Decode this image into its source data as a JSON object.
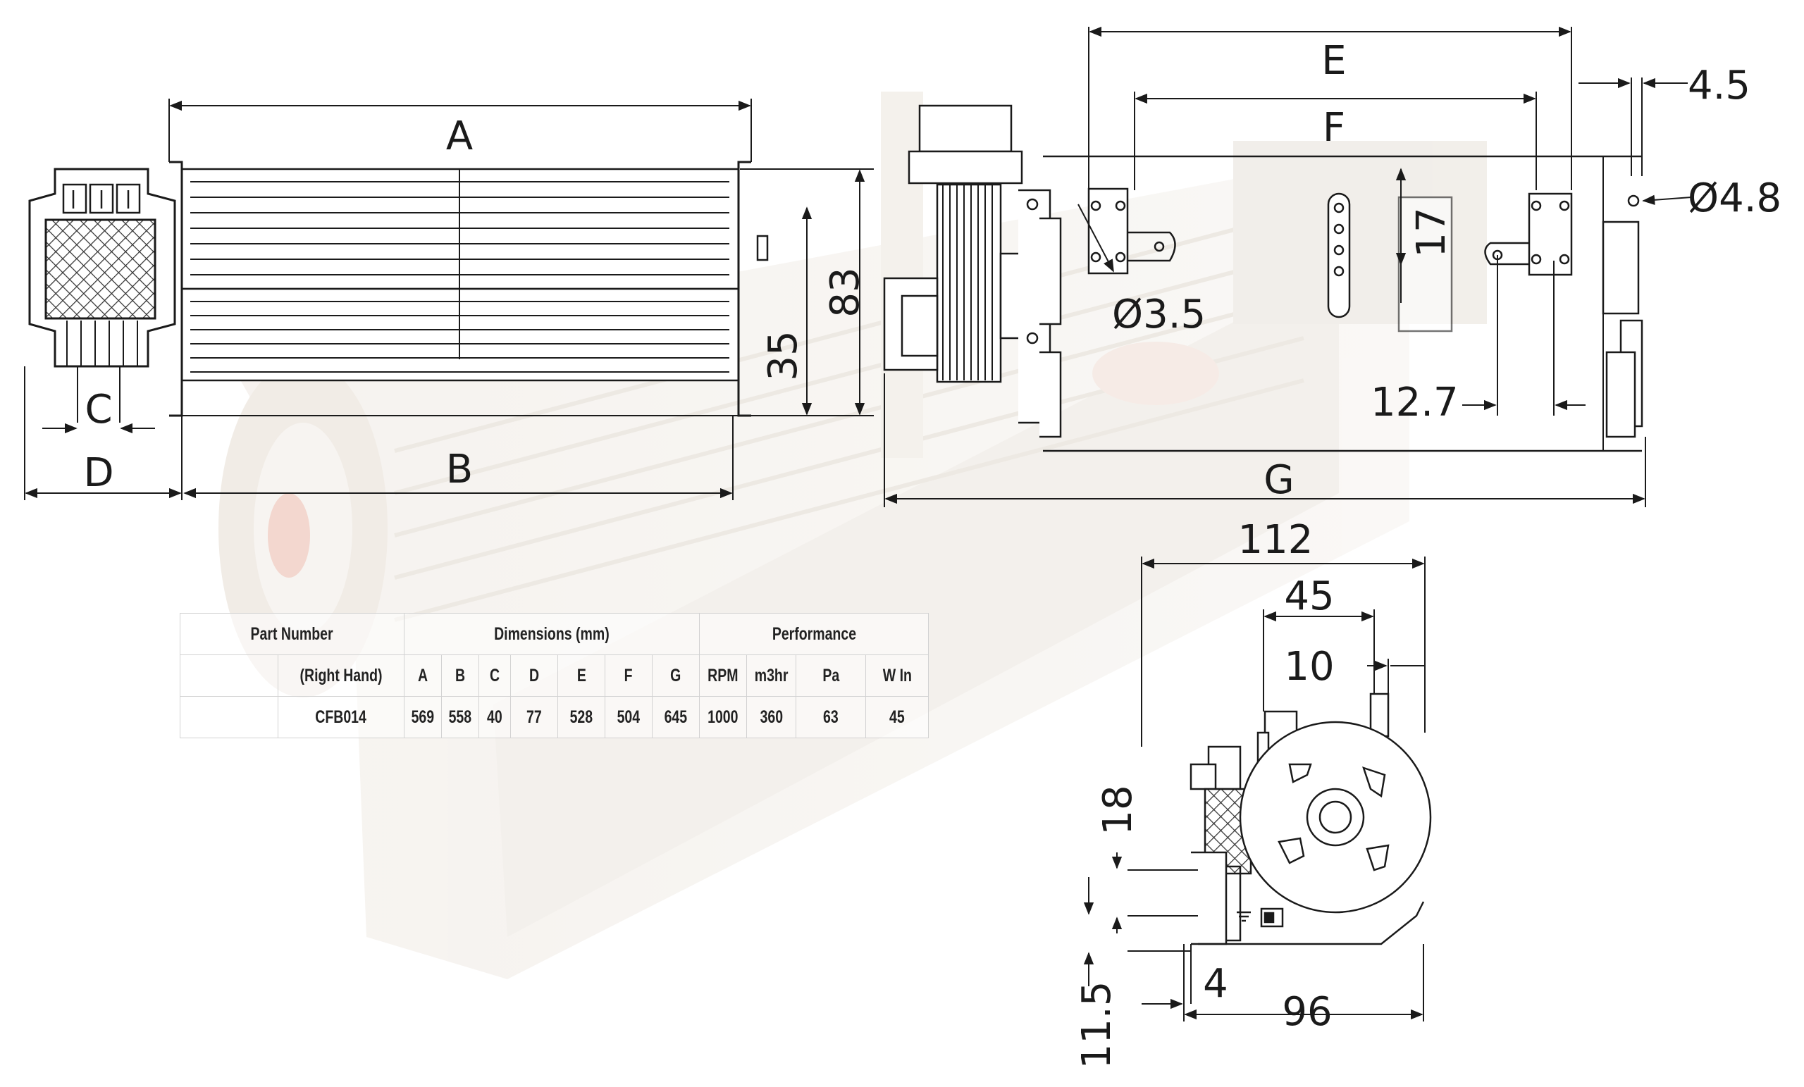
{
  "diagram": {
    "labels": {
      "A": "A",
      "B": "B",
      "C": "C",
      "D": "D",
      "E": "E",
      "F": "F",
      "G": "G"
    },
    "dimensions": {
      "d83": "83",
      "d35": "35",
      "d4_5": "4.5",
      "d4_8": "Ø4.8",
      "d17": "17",
      "d3_5": "Ø3.5",
      "d12_7": "12.7",
      "d112": "112",
      "d45": "45",
      "d10": "10",
      "d18": "18",
      "d11_5": "11.5",
      "d4": "4",
      "d96": "96"
    }
  },
  "spec_table": {
    "group_headers": {
      "part_number": "Part Number",
      "dimensions": "Dimensions (mm)",
      "performance": "Performance"
    },
    "columns": [
      "(Right Hand)",
      "A",
      "B",
      "C",
      "D",
      "E",
      "F",
      "G",
      "RPM",
      "m3hr",
      "Pa",
      "W In"
    ],
    "rows": [
      [
        "CFB014",
        "569",
        "558",
        "40",
        "77",
        "528",
        "504",
        "645",
        "1000",
        "360",
        "63",
        "45"
      ]
    ]
  },
  "colors": {
    "line": "#1a1a1a",
    "photo_background": "#ece8e2"
  }
}
